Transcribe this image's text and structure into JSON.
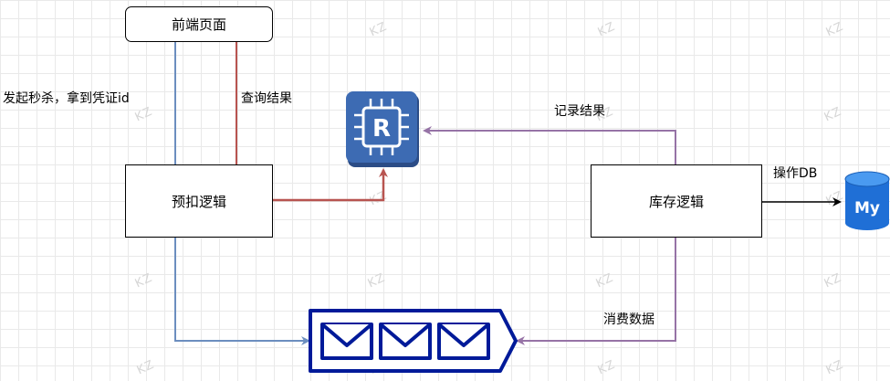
{
  "nodes": {
    "frontend": "前端页面",
    "prededuct": "预扣逻辑",
    "inventory": "库存逻辑",
    "redis_glyph": "R",
    "mysql_glyph": "My"
  },
  "edges": {
    "start_seckill": "发起秒杀，拿到凭证id",
    "query_result": "查询结果",
    "record_result": "记录结果",
    "operate_db": "操作DB",
    "consume_data": "消费数据"
  },
  "watermark": "KZ",
  "colors": {
    "blue_edge": "#6c8ebf",
    "red_edge": "#b85450",
    "purple_edge": "#9673a6",
    "mq_blue": "#001a99",
    "redis_blue": "#3d6bb3"
  },
  "icons": [
    "redis-icon",
    "mysql-icon",
    "message-queue-icon"
  ]
}
